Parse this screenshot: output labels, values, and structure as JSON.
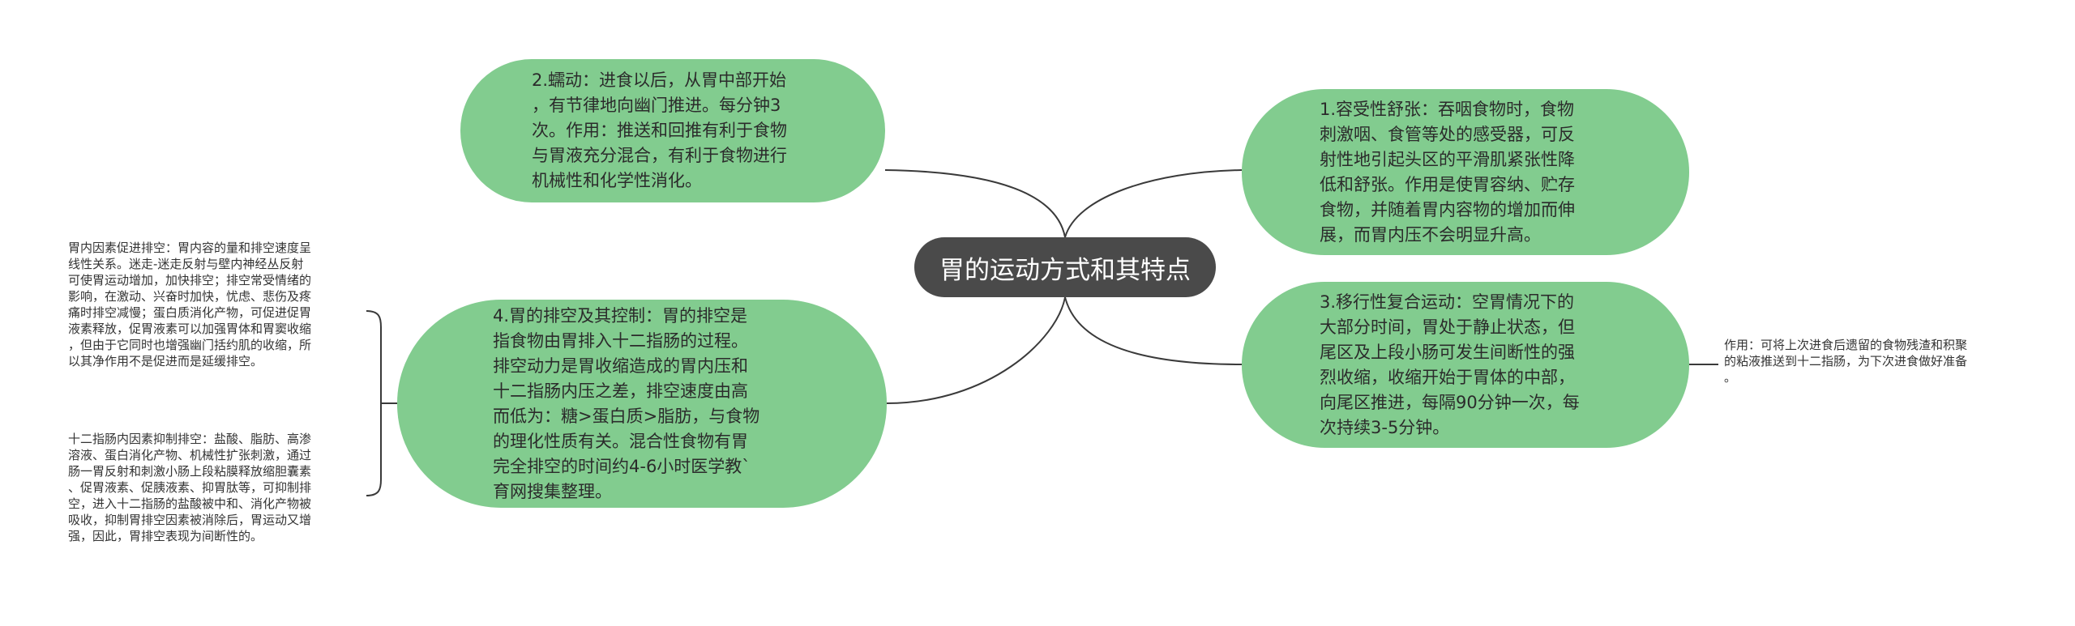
{
  "central": {
    "label": "胃的运动方式和其特点"
  },
  "topics": {
    "t2": "2.蠕动：进食以后，从胃中部开始\n，有节律地向幽门推进。每分钟3\n次。作用：推送和回推有利于食物\n与胃液充分混合，有利于食物进行\n机械性和化学性消化。",
    "t1": "1.容受性舒张：吞咽食物时，食物\n刺激咽、食管等处的感受器，可反\n射性地引起头区的平滑肌紧张性降\n低和舒张。作用是使胃容纳、贮存\n食物，并随着胃内容物的增加而伸\n展，而胃内压不会明显升高。",
    "t4": "4.胃的排空及其控制：胃的排空是\n指食物由胃排入十二指肠的过程。\n排空动力是胃收缩造成的胃内压和\n十二指肠内压之差，排空速度由高\n而低为：糖>蛋白质>脂肪，与食物\n的理化性质有关。混合性食物有胃\n完全排空的时间约4-6小时医学教`\n育网搜集整理。",
    "t3": "3.移行性复合运动：空胃情况下的\n大部分时间，胃处于静止状态，但\n尾区及上段小肠可发生间断性的强\n烈收缩，收缩开始于胃体的中部，\n向尾区推进，每隔90分钟一次，每\n次持续3-5分钟。"
  },
  "notes": {
    "n1": "胃内因素促进排空：胃内容的量和排空速度呈\n线性关系。迷走-迷走反射与壁内神经丛反射\n可使胃运动增加，加快排空；排空常受情绪的\n影响，在激动、兴奋时加快，忧虑、悲伤及疼\n痛时排空减慢；蛋白质消化产物，可促进促胃\n液素释放，促胃液素可以加强胃体和胃窦收缩\n，但由于它同时也增强幽门括约肌的收缩，所\n以其净作用不是促进而是延缓排空。",
    "n2": "十二指肠内因素抑制排空：盐酸、脂肪、高渗\n溶液、蛋白消化产物、机械性扩张刺激，通过\n肠一胃反射和刺激小肠上段粘膜释放缩胆囊素\n、促胃液素、促胰液素、抑胃肽等，可抑制排\n空，进入十二指肠的盐酸被中和、消化产物被\n吸收，抑制胃排空因素被消除后，胃运动又增\n强，因此，胃排空表现为间断性的。",
    "n3": "作用：可将上次进食后遗留的食物残渣和积聚\n的粘液推送到十二指肠，为下次进食做好准备\n。"
  },
  "colors": {
    "central_bg": "#4a4a4a",
    "topic_bg": "#82cc8f",
    "line": "#3a3a3a"
  }
}
